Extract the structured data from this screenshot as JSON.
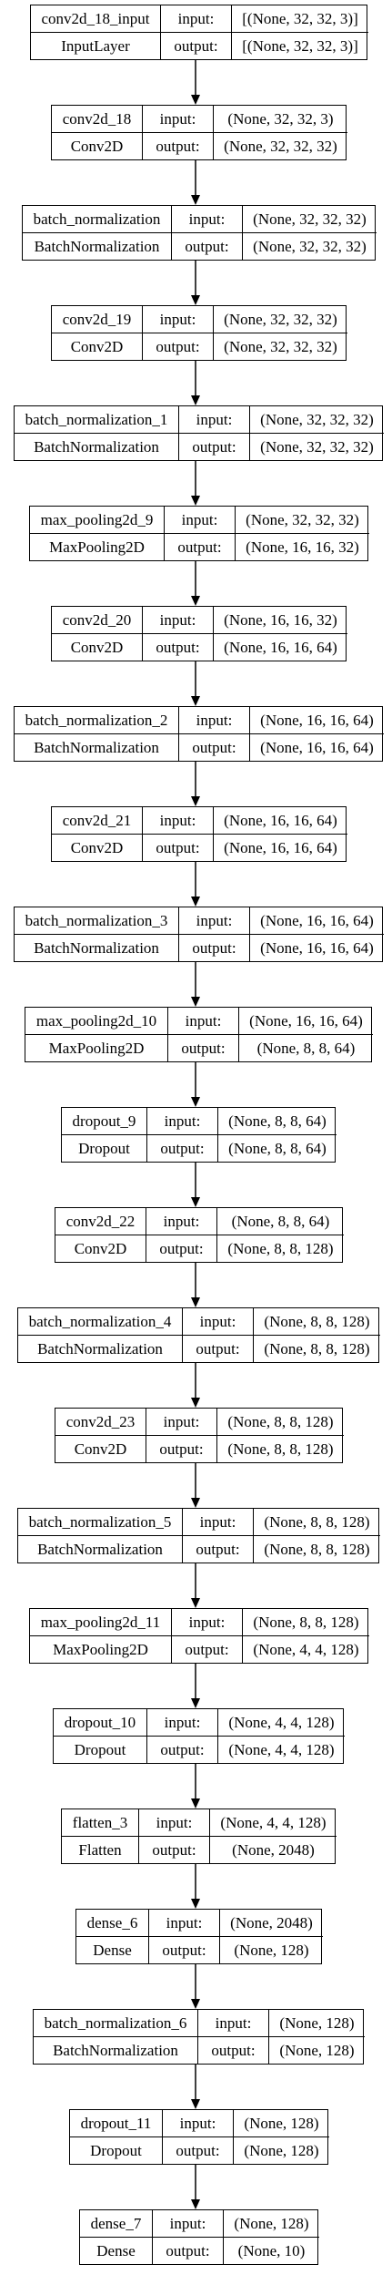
{
  "labels": {
    "input": "input:",
    "output": "output:"
  },
  "layers": [
    {
      "name": "conv2d_18_input",
      "class": "InputLayer",
      "input": "[(None, 32, 32, 3)]",
      "output": "[(None, 32, 32, 3)]"
    },
    {
      "name": "conv2d_18",
      "class": "Conv2D",
      "input": "(None, 32, 32, 3)",
      "output": "(None, 32, 32, 32)"
    },
    {
      "name": "batch_normalization",
      "class": "BatchNormalization",
      "input": "(None, 32, 32, 32)",
      "output": "(None, 32, 32, 32)"
    },
    {
      "name": "conv2d_19",
      "class": "Conv2D",
      "input": "(None, 32, 32, 32)",
      "output": "(None, 32, 32, 32)"
    },
    {
      "name": "batch_normalization_1",
      "class": "BatchNormalization",
      "input": "(None, 32, 32, 32)",
      "output": "(None, 32, 32, 32)"
    },
    {
      "name": "max_pooling2d_9",
      "class": "MaxPooling2D",
      "input": "(None, 32, 32, 32)",
      "output": "(None, 16, 16, 32)"
    },
    {
      "name": "conv2d_20",
      "class": "Conv2D",
      "input": "(None, 16, 16, 32)",
      "output": "(None, 16, 16, 64)"
    },
    {
      "name": "batch_normalization_2",
      "class": "BatchNormalization",
      "input": "(None, 16, 16, 64)",
      "output": "(None, 16, 16, 64)"
    },
    {
      "name": "conv2d_21",
      "class": "Conv2D",
      "input": "(None, 16, 16, 64)",
      "output": "(None, 16, 16, 64)"
    },
    {
      "name": "batch_normalization_3",
      "class": "BatchNormalization",
      "input": "(None, 16, 16, 64)",
      "output": "(None, 16, 16, 64)"
    },
    {
      "name": "max_pooling2d_10",
      "class": "MaxPooling2D",
      "input": "(None, 16, 16, 64)",
      "output": "(None, 8, 8, 64)"
    },
    {
      "name": "dropout_9",
      "class": "Dropout",
      "input": "(None, 8, 8, 64)",
      "output": "(None, 8, 8, 64)"
    },
    {
      "name": "conv2d_22",
      "class": "Conv2D",
      "input": "(None, 8, 8, 64)",
      "output": "(None, 8, 8, 128)"
    },
    {
      "name": "batch_normalization_4",
      "class": "BatchNormalization",
      "input": "(None, 8, 8, 128)",
      "output": "(None, 8, 8, 128)"
    },
    {
      "name": "conv2d_23",
      "class": "Conv2D",
      "input": "(None, 8, 8, 128)",
      "output": "(None, 8, 8, 128)"
    },
    {
      "name": "batch_normalization_5",
      "class": "BatchNormalization",
      "input": "(None, 8, 8, 128)",
      "output": "(None, 8, 8, 128)"
    },
    {
      "name": "max_pooling2d_11",
      "class": "MaxPooling2D",
      "input": "(None, 8, 8, 128)",
      "output": "(None, 4, 4, 128)"
    },
    {
      "name": "dropout_10",
      "class": "Dropout",
      "input": "(None, 4, 4, 128)",
      "output": "(None, 4, 4, 128)"
    },
    {
      "name": "flatten_3",
      "class": "Flatten",
      "input": "(None, 4, 4, 128)",
      "output": "(None, 2048)"
    },
    {
      "name": "dense_6",
      "class": "Dense",
      "input": "(None, 2048)",
      "output": "(None, 128)"
    },
    {
      "name": "batch_normalization_6",
      "class": "BatchNormalization",
      "input": "(None, 128)",
      "output": "(None, 128)"
    },
    {
      "name": "dropout_11",
      "class": "Dropout",
      "input": "(None, 128)",
      "output": "(None, 128)"
    },
    {
      "name": "dense_7",
      "class": "Dense",
      "input": "(None, 128)",
      "output": "(None, 10)"
    }
  ]
}
